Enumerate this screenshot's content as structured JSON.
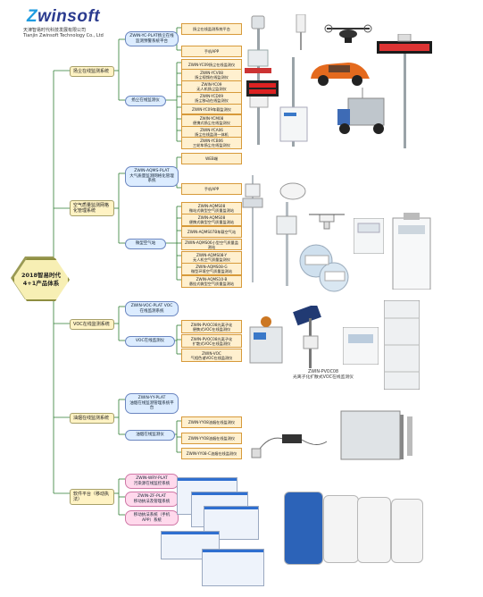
{
  "brand": {
    "name_z": "Z",
    "name_rest": "winsoft",
    "sub_cn": "天津智易时代科技发展有限公司",
    "sub_en": "Tianjin Zwinsoft Technology Co., Ltd"
  },
  "root": {
    "line1": "2018智易时代",
    "line2": "4+1产品体系"
  },
  "categories": [
    {
      "label": "扬尘在线监测系统",
      "subs": [
        {
          "label": "ZWIN-YC-PLAT扬尘在线监测预警系统平台",
          "leaves": [
            "扬尘在线监测系统平台",
            "手机APP"
          ]
        },
        {
          "label": "扬尘在线监测仪",
          "leaves": [
            "ZWIN-YC09扬尘在线监测仪",
            "ZWIN-YCV08\n扬尘视频在线监测仪",
            "ZWIN-YC09\n无人机扬尘监测仪",
            "ZWIN-YCD09\n扬尘移动在线监测仪",
            "ZWIN-YC09车载监测仪",
            "ZWIN-YCM08\n便携式扬尘在线监测仪",
            "ZWIN-YCA06\n扬尘在线监测一体机",
            "ZWIN-YCB06\n三轮车扬尘在线监测仪"
          ]
        }
      ]
    },
    {
      "label": "空气质量监测网格化管理系统",
      "subs": [
        {
          "label": "ZWIN-AQMS-PLAT\n大气质量监测网格化管理系统",
          "leaves": [
            "WEB端",
            "手机APP"
          ]
        },
        {
          "label": "微型空气站",
          "leaves": [
            "ZWIN-AQMS08\n微站式微型空气质量监测站",
            "ZWIN-AQMS08\n便携式微型空气质量监测站",
            "ZWIN-AQMS07B车载空气站",
            "ZWIN-AQMS06小型空气质量监测站",
            "ZWIN-AQMS08-Y\n无人机空气质量监测仪",
            "ZWIN-AQMS08-G\n微型环境空气质量监测站",
            "ZWIN-AQMS10-B\n悬挂式微型空气质量监测站"
          ]
        }
      ]
    },
    {
      "label": "VOC在线监测系统",
      "subs": [
        {
          "label": "ZWIN-VOC-PLAT VOC在线监测系统",
          "leaves": []
        },
        {
          "label": "VOC在线监测仪",
          "leaves": [
            "ZWIN-PVOC08光离子化\n便携式VOC在线监测仪",
            "ZWIN-PVOC08光离子化\n扩散式VOC在线监测仪",
            "ZWIN-VOC\n气相色谱VOC在线监测仪"
          ]
        }
      ]
    },
    {
      "label": "油烟在线监测系统",
      "subs": [
        {
          "label": "ZWIN-YY-PLAT\n油烟在线监测管理系统平台",
          "leaves": []
        },
        {
          "label": "油烟在线监测仪",
          "leaves": [
            "ZWIN-YY08油烟在线监测仪",
            "ZWIN-YY08油烟在线监测仪",
            "ZWIN-YY08-C油烟在线监测仪"
          ]
        }
      ]
    },
    {
      "label": "软件平台（移动执法）",
      "subs": [
        {
          "label": "ZWIN-WRY-PLAT\n污染源在线监控系统",
          "leaves": []
        },
        {
          "label": "ZWIN-ZF-PLAT\n移动执法及管理系统",
          "leaves": []
        },
        {
          "label": "移动执法系统（手机APP）系统",
          "leaves": []
        }
      ]
    }
  ],
  "product_caption": "ZWIN-PVOC08\n光离子化扩散式VOC在线监测仪",
  "colors": {
    "cat_fill": "#fff3c4",
    "sub_fill": "#dcecff",
    "leaf_fill": "#fff0cf",
    "line": "#2e7d32"
  }
}
